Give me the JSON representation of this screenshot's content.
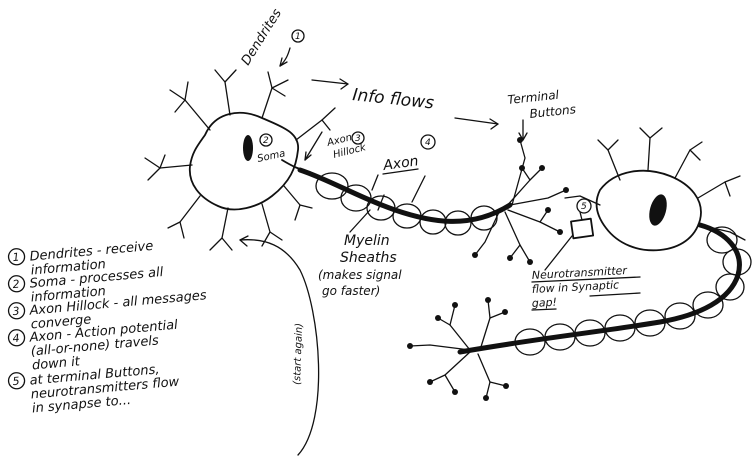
{
  "labels": {
    "dendrites": "Dendrites",
    "dendrites_num": "1",
    "info_flows": "Info flows",
    "terminal": "Terminal",
    "buttons": "Buttons",
    "soma_num": "2",
    "soma": "Soma",
    "axon_hillock_1": "Axon",
    "axon_hillock_num": "3",
    "axon_hillock_2": "Hillock",
    "axon_num": "4",
    "axon": "Axon",
    "synapse_num": "5",
    "myelin_1": "Myelin",
    "myelin_2": "Sheaths",
    "myelin_3": "(makes signal",
    "myelin_4": "go faster)",
    "nt_1": "Neurotransmitter",
    "nt_2": "flow in Synaptic",
    "nt_3": "gap!",
    "start_again": "(start again)"
  },
  "legend": [
    {
      "num": "1",
      "lines": [
        "Dendrites - receive",
        "information"
      ]
    },
    {
      "num": "2",
      "lines": [
        "Soma - processes all",
        "information"
      ]
    },
    {
      "num": "3",
      "lines": [
        "Axon Hillock - all messages",
        "converge"
      ]
    },
    {
      "num": "4",
      "lines": [
        "Axon - Action potential",
        "(all-or-none) travels",
        "down it"
      ]
    },
    {
      "num": "5",
      "lines": [
        "at terminal Buttons,",
        "neurotransmitters flow",
        "in synapse to..."
      ]
    }
  ]
}
